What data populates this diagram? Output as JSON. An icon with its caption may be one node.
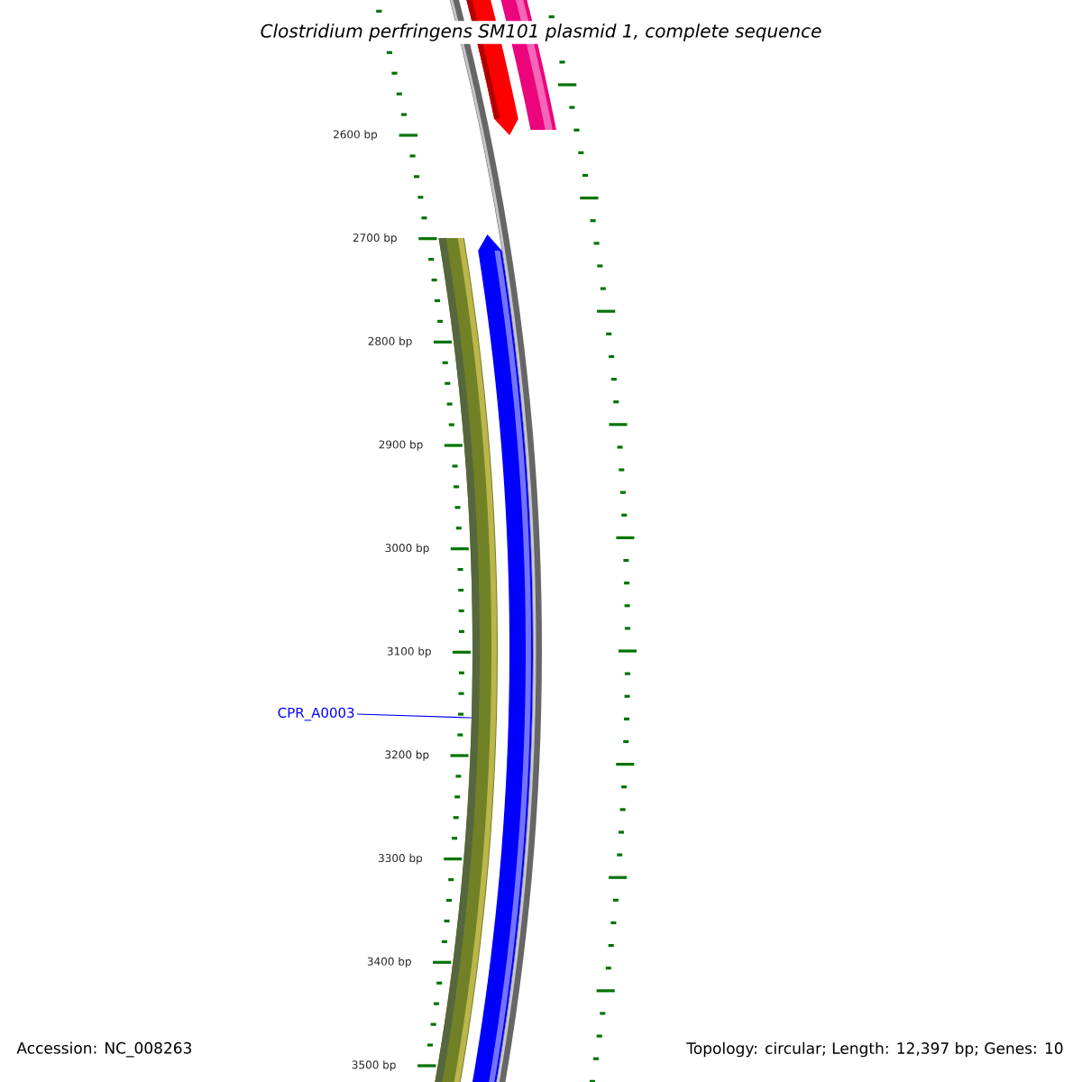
{
  "diagram": {
    "title": "Clostridium perfringens SM101 plasmid 1, complete sequence",
    "nodes": [
      {
        "text": [
          "CPR_A0003"
        ]
      },
      {
        "text": [],
        "shape": "bar"
      }
    ],
    "edges": [
      {
        "from": 0,
        "to": 1,
        "arrow": "none"
      }
    ],
    "labels": [
      "2600 bp",
      "2700 bp",
      "2800 bp",
      "2900 bp",
      "3000 bp",
      "3100 bp",
      "3200 bp",
      "3300 bp",
      "3400 bp",
      "3500 bp",
      "Accession: NC_008263",
      "Topology: circular; Length: 12,397 bp; Genes: 10"
    ]
  }
}
